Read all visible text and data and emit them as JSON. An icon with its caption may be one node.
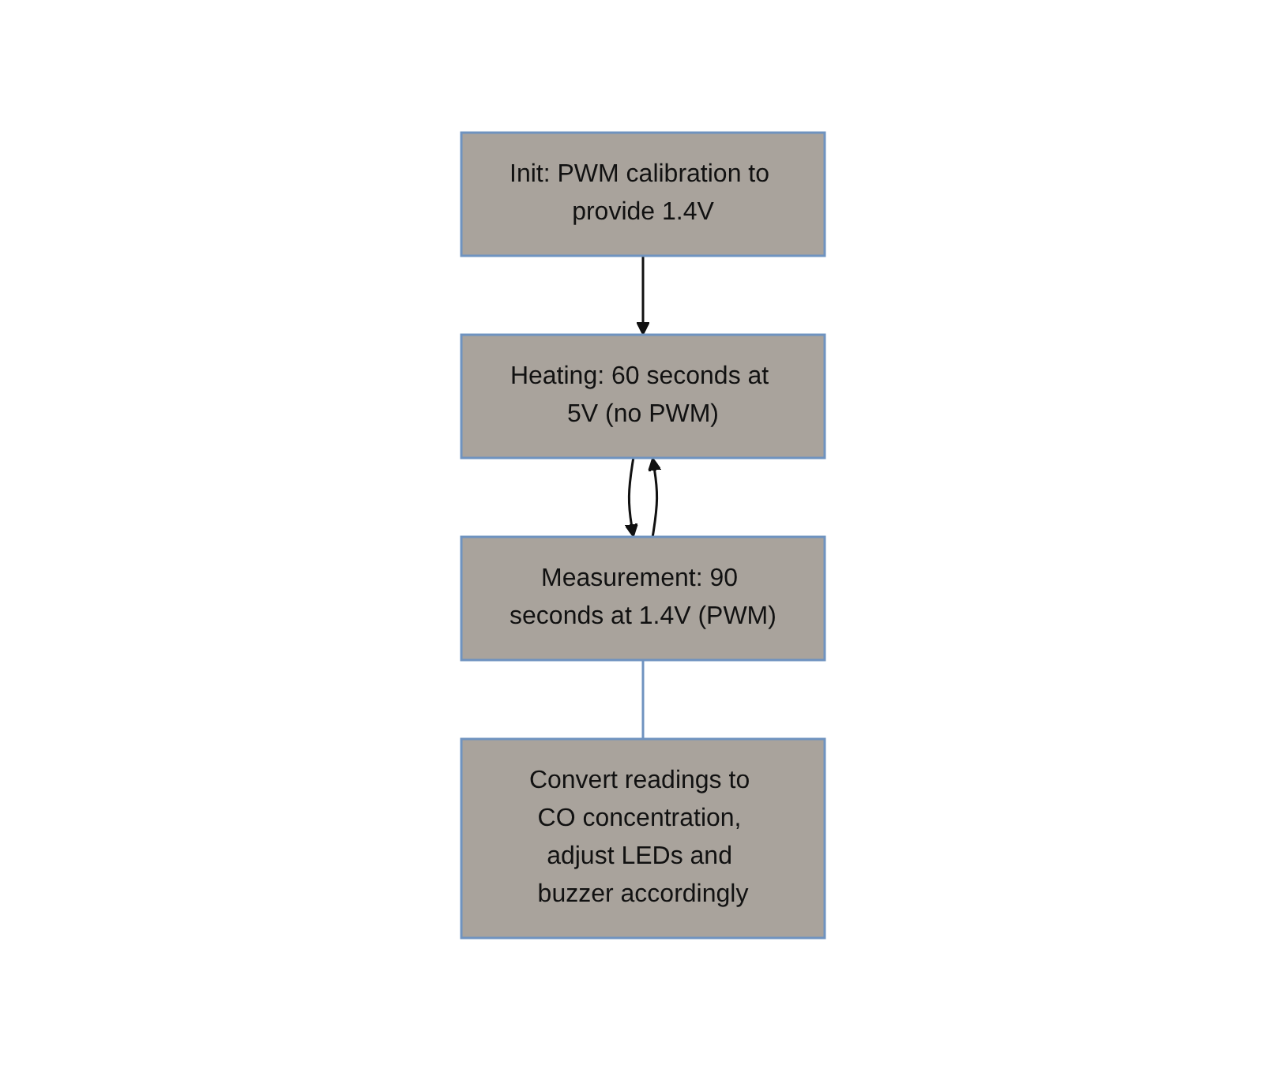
{
  "diagram": {
    "nodes": [
      {
        "text": [
          "Init: PWM calibration to provide 1.4V"
        ]
      },
      {
        "text": [
          "Heating: 60 seconds at 5V (no PWM)"
        ]
      },
      {
        "text": [
          "Measurement: 90 seconds at 1.4V (PWM)"
        ]
      },
      {
        "text": [
          "Convert readings to CO concentration, adjust LEDs and buzzer accordingly"
        ]
      }
    ],
    "edges": [
      {
        "from": 0,
        "to": 1,
        "arrow": "to"
      },
      {
        "from": 1,
        "to": 2,
        "arrow": "to"
      },
      {
        "from": 2,
        "to": 3,
        "arrow": "none",
        "color": "#6f93c0"
      },
      {
        "from": 2,
        "to": 1,
        "arrow": "to"
      }
    ]
  }
}
